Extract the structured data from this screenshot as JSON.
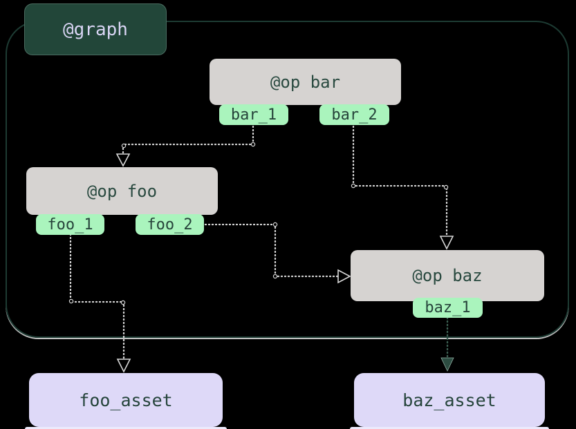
{
  "graph": {
    "label": "@graph"
  },
  "ops": [
    {
      "name": "bar",
      "title": "@op bar",
      "outputs": [
        "bar_1",
        "bar_2"
      ]
    },
    {
      "name": "foo",
      "title": "@op foo",
      "outputs": [
        "foo_1",
        "foo_2"
      ]
    },
    {
      "name": "baz",
      "title": "@op baz",
      "outputs": [
        "baz_1"
      ]
    }
  ],
  "assets": [
    {
      "label": "foo_asset"
    },
    {
      "label": "baz_asset"
    }
  ],
  "edges": [
    {
      "from": "bar_1",
      "to": "op foo"
    },
    {
      "from": "bar_2",
      "to": "op baz"
    },
    {
      "from": "foo_2",
      "to": "op baz"
    },
    {
      "from": "foo_1",
      "to": "foo_asset"
    },
    {
      "from": "baz_1",
      "to": "baz_asset"
    }
  ],
  "colors": {
    "background": "#000000",
    "graph_border": "#1d3b33",
    "graph_label_bg": "#224639",
    "graph_label_text": "#d9d5f4",
    "op_bg": "#d6d3d1",
    "op_text": "#2a4a40",
    "output_badge_bg": "#aaf4bd",
    "output_badge_text": "#26433a",
    "asset_bg": "#ded9f8",
    "asset_text": "#25443b",
    "edge_light": "#d8d8d8",
    "edge_dark": "#3c5f52"
  }
}
